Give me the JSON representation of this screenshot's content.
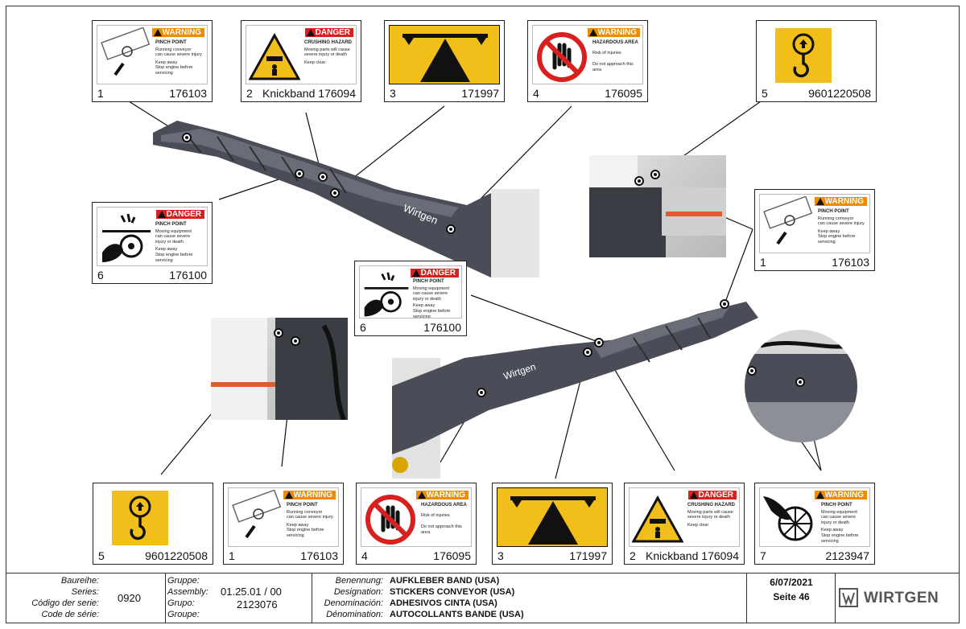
{
  "callouts": [
    {
      "index": "1",
      "part": "176103",
      "header": "WARNING",
      "type": "warning",
      "title": "PINCH POINT",
      "lines": [
        "Running conveyor",
        "can cause severe injury",
        "Keep away",
        "Stop engine before",
        "servicing"
      ]
    },
    {
      "index": "2",
      "part": "176094",
      "extra": "Knickband",
      "header": "DANGER",
      "type": "danger",
      "title": "CRUSHING HAZARD",
      "lines": [
        "Moving parts will cause",
        "severe injury or death",
        "Keep clear"
      ]
    },
    {
      "index": "3",
      "part": "171997"
    },
    {
      "index": "4",
      "part": "176095",
      "header": "WARNING",
      "type": "warning",
      "title": "HAZARDOUS AREA",
      "lines": [
        "Risk of injuries",
        "Do not approach this area"
      ]
    },
    {
      "index": "5",
      "part": "9601220508"
    },
    {
      "index": "6",
      "part": "176100",
      "header": "DANGER",
      "type": "danger",
      "title": "PINCH POINT",
      "lines": [
        "Moving equipment",
        "can cause severe",
        "injury or death",
        "Keep away",
        "Stop engine before",
        "servicing"
      ]
    },
    {
      "index": "1",
      "part": "176103",
      "header": "WARNING",
      "type": "warning",
      "title": "PINCH POINT",
      "lines": [
        "Running conveyor",
        "can cause severe injury",
        "Keep away",
        "Stop engine before",
        "servicing"
      ]
    },
    {
      "index": "6",
      "part": "176100",
      "header": "DANGER",
      "type": "danger",
      "title": "PINCH POINT",
      "lines": [
        "Moving equipment",
        "can cause severe",
        "injury or death",
        "Keep away",
        "Stop engine before",
        "servicing"
      ]
    },
    {
      "index": "5",
      "part": "9601220508"
    },
    {
      "index": "1",
      "part": "176103",
      "header": "WARNING",
      "type": "warning",
      "title": "PINCH POINT",
      "lines": [
        "Running conveyor",
        "can cause severe injury",
        "Keep away",
        "Stop engine before",
        "servicing"
      ]
    },
    {
      "index": "4",
      "part": "176095",
      "header": "WARNING",
      "type": "warning",
      "title": "HAZARDOUS AREA",
      "lines": [
        "Risk of injuries",
        "Do not approach this area"
      ]
    },
    {
      "index": "3",
      "part": "171997"
    },
    {
      "index": "2",
      "part": "176094",
      "extra": "Knickband",
      "header": "DANGER",
      "type": "danger",
      "title": "CRUSHING HAZARD",
      "lines": [
        "Moving parts will cause",
        "severe injury or death",
        "Keep clear"
      ]
    },
    {
      "index": "7",
      "part": "2123947",
      "header": "WARNING",
      "type": "warning",
      "title": "PINCH POINT",
      "lines": [
        "Moving equipment",
        "can cause severe",
        "injury or death",
        "Keep away",
        "Stop engine before",
        "servicing"
      ]
    }
  ],
  "photo_text": {
    "brand": "Wirtgen"
  },
  "footer": {
    "labels1": [
      "Baureihe:",
      "Series:",
      "Código der serie:",
      "Code de série:"
    ],
    "series": "0920",
    "labels2": [
      "Gruppe:",
      "Assembly:",
      "Grupo:",
      "Groupe:"
    ],
    "assembly": "01.25.01 / 00",
    "group": "2123076",
    "labels3": [
      "Benennung:",
      "Designation:",
      "Denominación:",
      "Dénomination:"
    ],
    "names": [
      "AUFKLEBER BAND (USA)",
      "STICKERS CONVEYOR (USA)",
      "ADHESIVOS CINTA (USA)",
      "AUTOCOLLANTS BANDE (USA)"
    ],
    "date": "6/07/2021",
    "page": "Seite 46",
    "logo": "WIRTGEN"
  },
  "colors": {
    "warning": "#f08a00",
    "danger": "#d8201e",
    "yellow": "#f2be1a",
    "conveyor": "#4a4d57"
  }
}
